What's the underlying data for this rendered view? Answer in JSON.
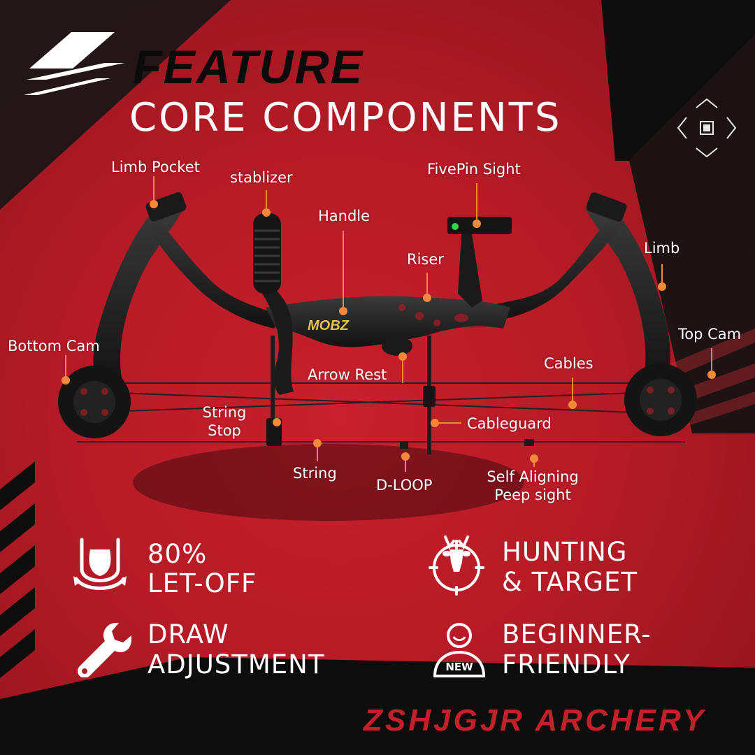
{
  "header": {
    "feature_label": "FEATURE",
    "title": "CORE COMPONENTS"
  },
  "callouts": {
    "limb_pocket": "Limb Pocket",
    "stablizer": "stablizer",
    "fivepin_sight": "FivePin Sight",
    "handle": "Handle",
    "riser": "Riser",
    "limb": "Limb",
    "bottom_cam": "Bottom Cam",
    "top_cam": "Top Cam",
    "cables": "Cables",
    "arrow_rest": "Arrow Rest",
    "string_stop_line1": "String",
    "string_stop_line2": "Stop",
    "cableguard": "Cableguard",
    "string": "String",
    "d_loop": "D-LOOP",
    "peep_line1": "Self Aligning",
    "peep_line2": "Peep sight"
  },
  "features": [
    {
      "line1": "80%",
      "line2": "LET-OFF",
      "icon": "let-off-icon"
    },
    {
      "line1": "HUNTING",
      "line2": "& TARGET",
      "icon": "deer-target-icon"
    },
    {
      "line1": "DRAW",
      "line2": "ADJUSTMENT",
      "icon": "wrench-icon"
    },
    {
      "line1": "BEGINNER-",
      "line2": "FRIENDLY",
      "icon": "new-user-icon"
    }
  ],
  "footer": {
    "brand": "ZSHJGJR ARCHERY"
  },
  "colors": {
    "background_red": "#c8202c",
    "dark": "#0b0b0b",
    "callout_dot": "#f08a3a",
    "footer_text": "#c4202a"
  }
}
